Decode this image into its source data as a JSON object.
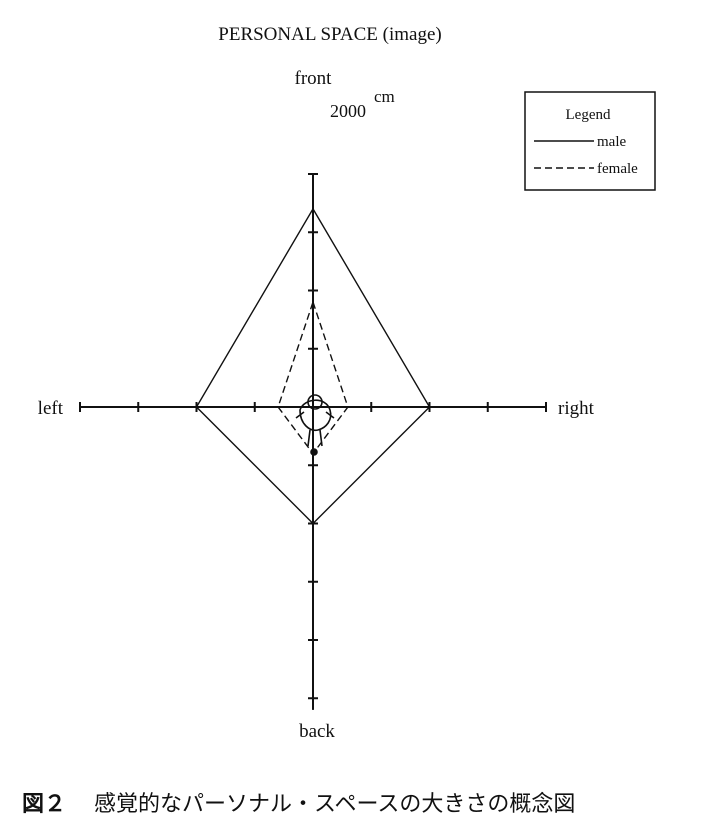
{
  "chart_data": {
    "type": "radar",
    "title": "PERSONAL SPACE (image)",
    "unit": "cm",
    "axis_max": 2000,
    "axis_max_label": "2000",
    "axes": [
      "front",
      "right",
      "back",
      "left"
    ],
    "axis_labels": {
      "front": "front",
      "right": "right",
      "back": "back",
      "left": "left"
    },
    "series": [
      {
        "name": "male",
        "style": "solid",
        "values": {
          "front": 1700,
          "right": 1000,
          "back": 1000,
          "left": 1000
        }
      },
      {
        "name": "female",
        "style": "dashed",
        "values": {
          "front": 900,
          "right": 300,
          "back": 400,
          "left": 300
        }
      }
    ],
    "legend": {
      "title": "Legend",
      "position": "top-right"
    },
    "grid": false
  },
  "caption": {
    "figure_number": "図２",
    "text": "感覚的なパーソナル・スペースの大きさの概念図"
  }
}
